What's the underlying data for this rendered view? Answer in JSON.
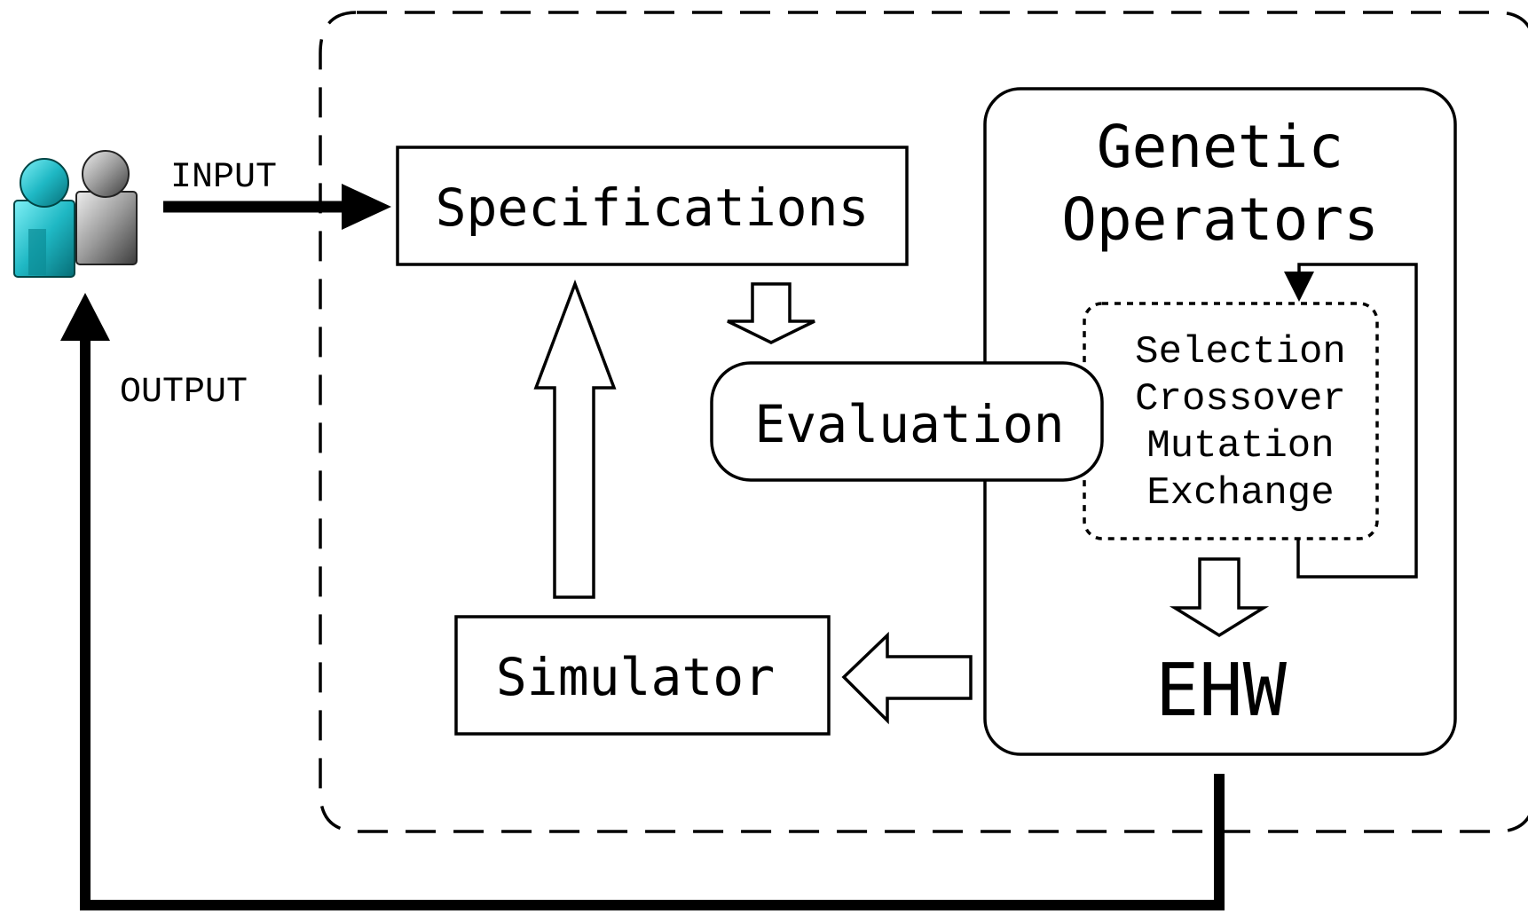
{
  "labels": {
    "input": "INPUT",
    "output": "OUTPUT",
    "specifications": "Specifications",
    "evaluation": "Evaluation",
    "simulator": "Simulator",
    "genetic_line1": "Genetic",
    "genetic_line2": "Operators",
    "operators": [
      "Selection",
      "Crossover",
      "Mutation",
      "Exchange"
    ],
    "ehw": "EHW"
  },
  "icons": {
    "users": "users-icon"
  },
  "colors": {
    "stroke": "#000000",
    "background": "#ffffff",
    "user_front": "#1fb8c4",
    "user_back": "#9a9a9a"
  }
}
